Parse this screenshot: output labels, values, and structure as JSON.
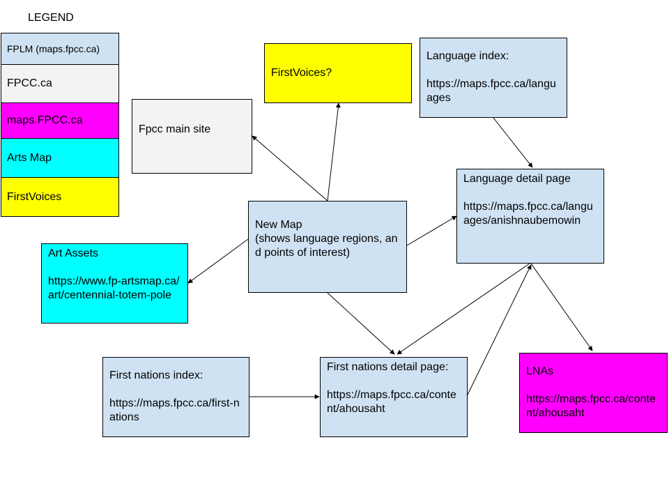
{
  "legend": {
    "title": "LEGEND",
    "items": [
      {
        "label": "FPLM (maps.fpcc.ca)",
        "color": "#cfe2f3"
      },
      {
        "label": "FPCC.ca",
        "color": "#f3f3f3"
      },
      {
        "label": "maps.FPCC.ca",
        "color": "#ff00ff"
      },
      {
        "label": "Arts Map",
        "color": "#00ffff"
      },
      {
        "label": "FirstVoices",
        "color": "#ffff00"
      }
    ]
  },
  "nodes": {
    "firstvoices": {
      "text": "FirstVoices?",
      "color": "#ffff00"
    },
    "fpcc_main": {
      "text": "Fpcc main site",
      "color": "#f3f3f3"
    },
    "language_index": {
      "text": "Language index:\n\nhttps://maps.fpcc.ca/languages",
      "color": "#cfe2f3"
    },
    "language_detail": {
      "text": "Language detail page\n\nhttps://maps.fpcc.ca/languages/anishnaubemowin",
      "color": "#cfe2f3"
    },
    "new_map": {
      "text": "New Map\n(shows language regions, and points of interest)",
      "color": "#cfe2f3"
    },
    "art_assets": {
      "text": "Art Assets\n\nhttps://www.fp-artsmap.ca/art/centennial-totem-pole",
      "color": "#00ffff"
    },
    "first_nations_index": {
      "text": "First nations index:\n\nhttps://maps.fpcc.ca/first-nations",
      "color": "#cfe2f3"
    },
    "first_nations_detail": {
      "text": "First nations detail page:\n\nhttps://maps.fpcc.ca/content/ahousaht",
      "color": "#cfe2f3"
    },
    "lnas": {
      "text": "LNAs\n\nhttps://maps.fpcc.ca/content/ahousaht",
      "color": "#ff00ff"
    }
  },
  "edges": [
    {
      "from": "new_map",
      "to": "fpcc_main"
    },
    {
      "from": "new_map",
      "to": "firstvoices"
    },
    {
      "from": "new_map",
      "to": "art_assets"
    },
    {
      "from": "new_map",
      "to": "language_detail"
    },
    {
      "from": "new_map",
      "to": "first_nations_detail"
    },
    {
      "from": "language_index",
      "to": "language_detail"
    },
    {
      "from": "language_detail",
      "to": "first_nations_detail"
    },
    {
      "from": "first_nations_detail",
      "to": "language_detail"
    },
    {
      "from": "language_detail",
      "to": "lnas"
    },
    {
      "from": "first_nations_index",
      "to": "first_nations_detail"
    }
  ]
}
